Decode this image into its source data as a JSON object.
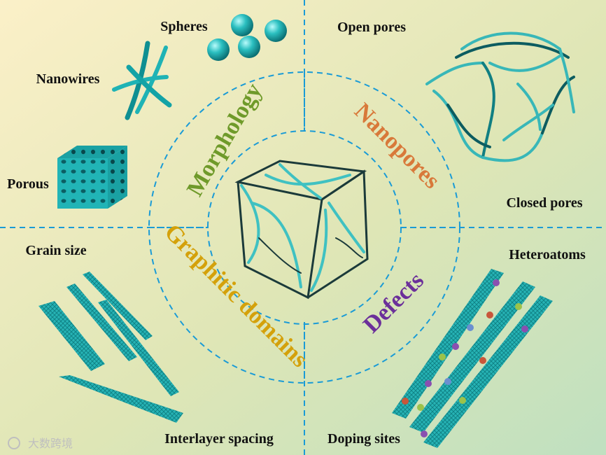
{
  "diagram": {
    "quadrants": {
      "top_left": [
        "Spheres",
        "Nanowires",
        "Porous"
      ],
      "top_right": [
        "Open pores",
        "Closed pores"
      ],
      "bottom_left": [
        "Grain size",
        "Interlayer spacing"
      ],
      "bottom_right": [
        "Heteroatoms",
        "Doping sites"
      ]
    },
    "ring_labels": {
      "morphology": "Morphology",
      "nanopores": "Nanopores",
      "graphitic": "Graphitic domains",
      "defects": "Defects"
    },
    "watermark": "大数跨境"
  },
  "colors": {
    "teal": "#1fb3b5",
    "dashed": "#1a9bd6",
    "morphology": "#6f9a2a",
    "nanopores": "#d8793a",
    "graphitic": "#d4a10a",
    "defects": "#6b2f9a"
  },
  "icons": [
    "spheres-icon",
    "nanowires-icon",
    "porous-cube-icon",
    "pore-cage-icon",
    "carbon-cube-icon",
    "graphene-ribbons-icon",
    "doped-layers-icon"
  ]
}
